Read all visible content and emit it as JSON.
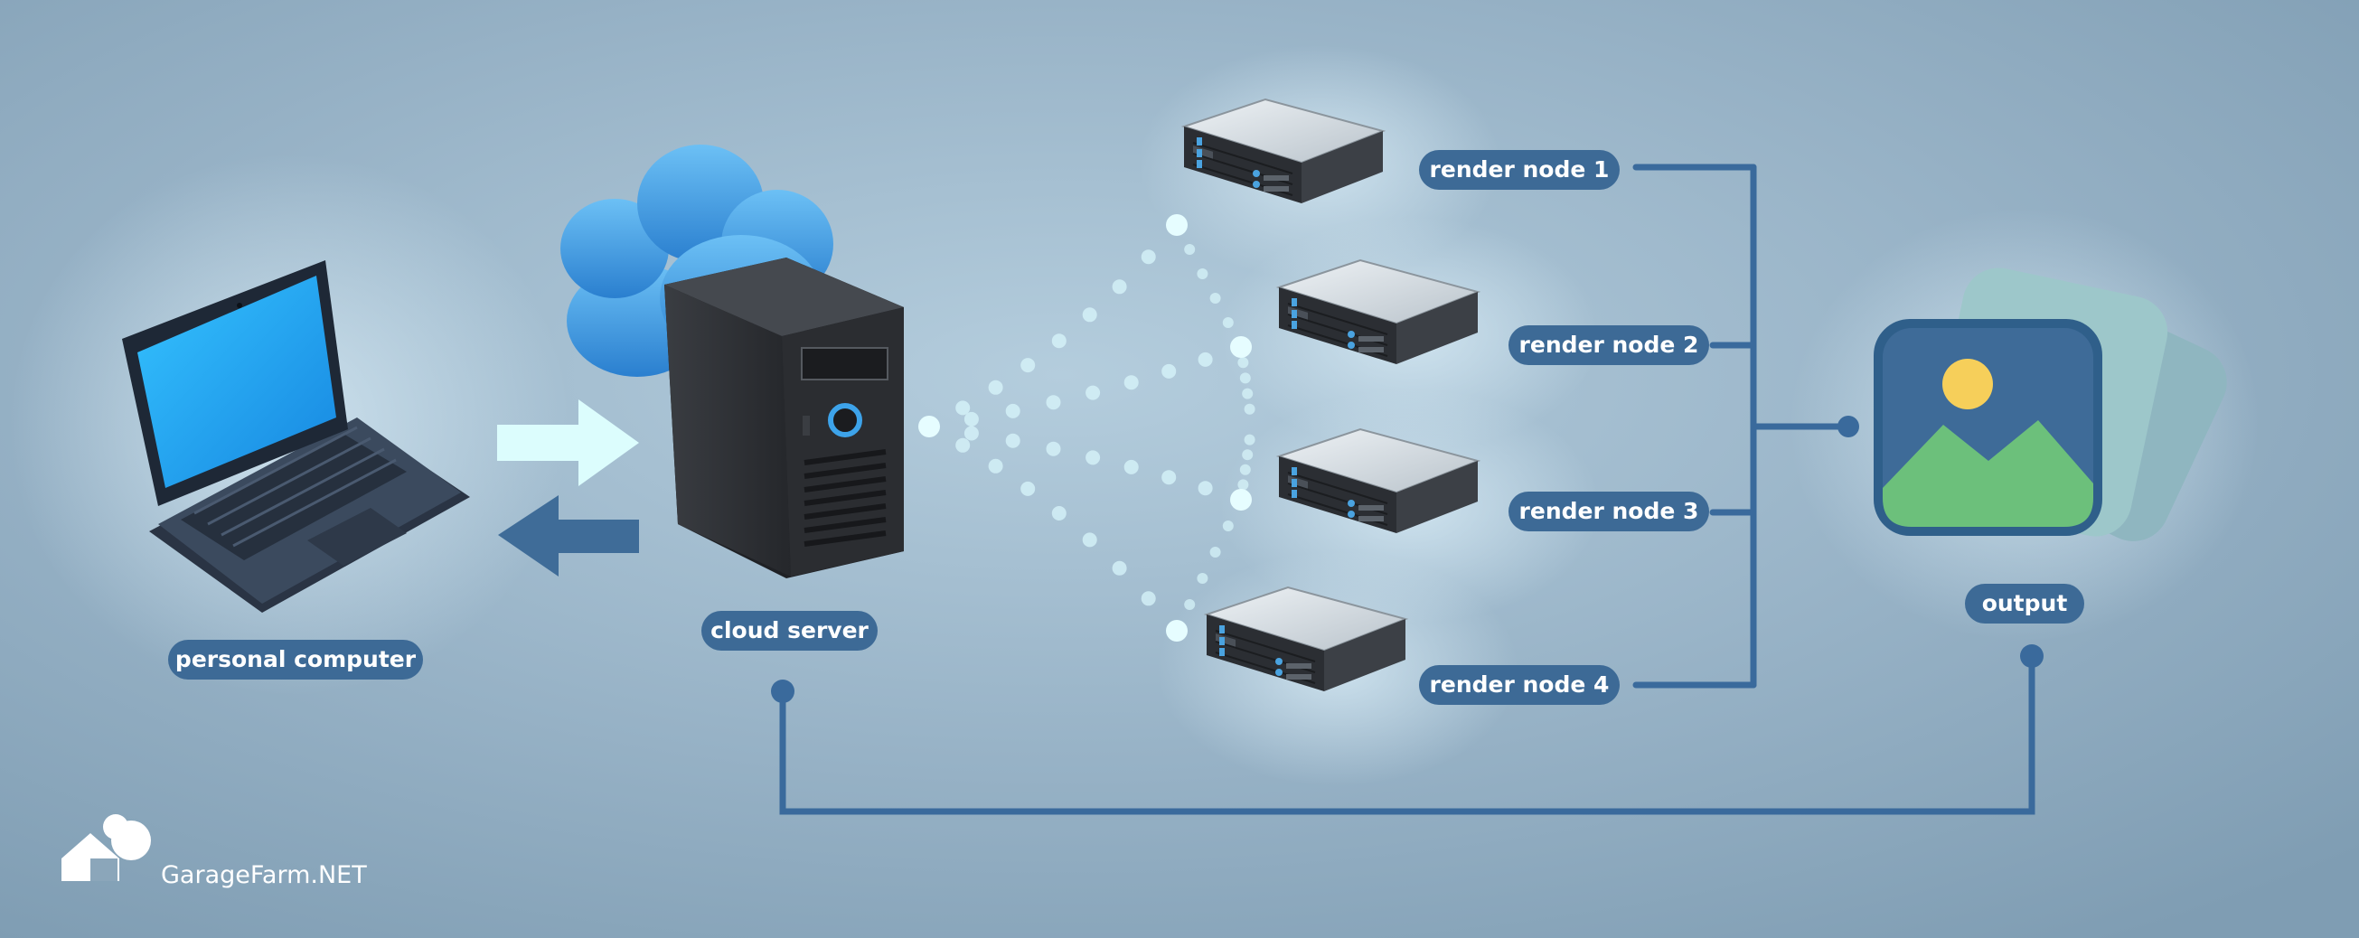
{
  "nodes": {
    "personal_computer": "personal computer",
    "cloud_server": "cloud server",
    "render_node_1": "render node 1",
    "render_node_2": "render node 2",
    "render_node_3": "render node 3",
    "render_node_4": "render node 4",
    "output": "output"
  },
  "brand": {
    "name": "GarageFarm.NET"
  },
  "colors": {
    "background": "#8ba6ba",
    "label_pill": "#3d6a96",
    "connector_line": "#3a6a9c",
    "upload_arrow": "#dcfdfd",
    "download_arrow": "#3f6c98",
    "network_dots": "#d8f6fb",
    "laptop_screen": "#1aa4f2",
    "cloud": "#3f9be0",
    "output_sun": "#f6cf5a",
    "output_hills": "#6cc07b"
  },
  "icons": [
    "laptop-icon",
    "cloud-icon",
    "tower-server-icon",
    "rack-server-icon",
    "image-output-icon",
    "garagefarm-logo"
  ]
}
